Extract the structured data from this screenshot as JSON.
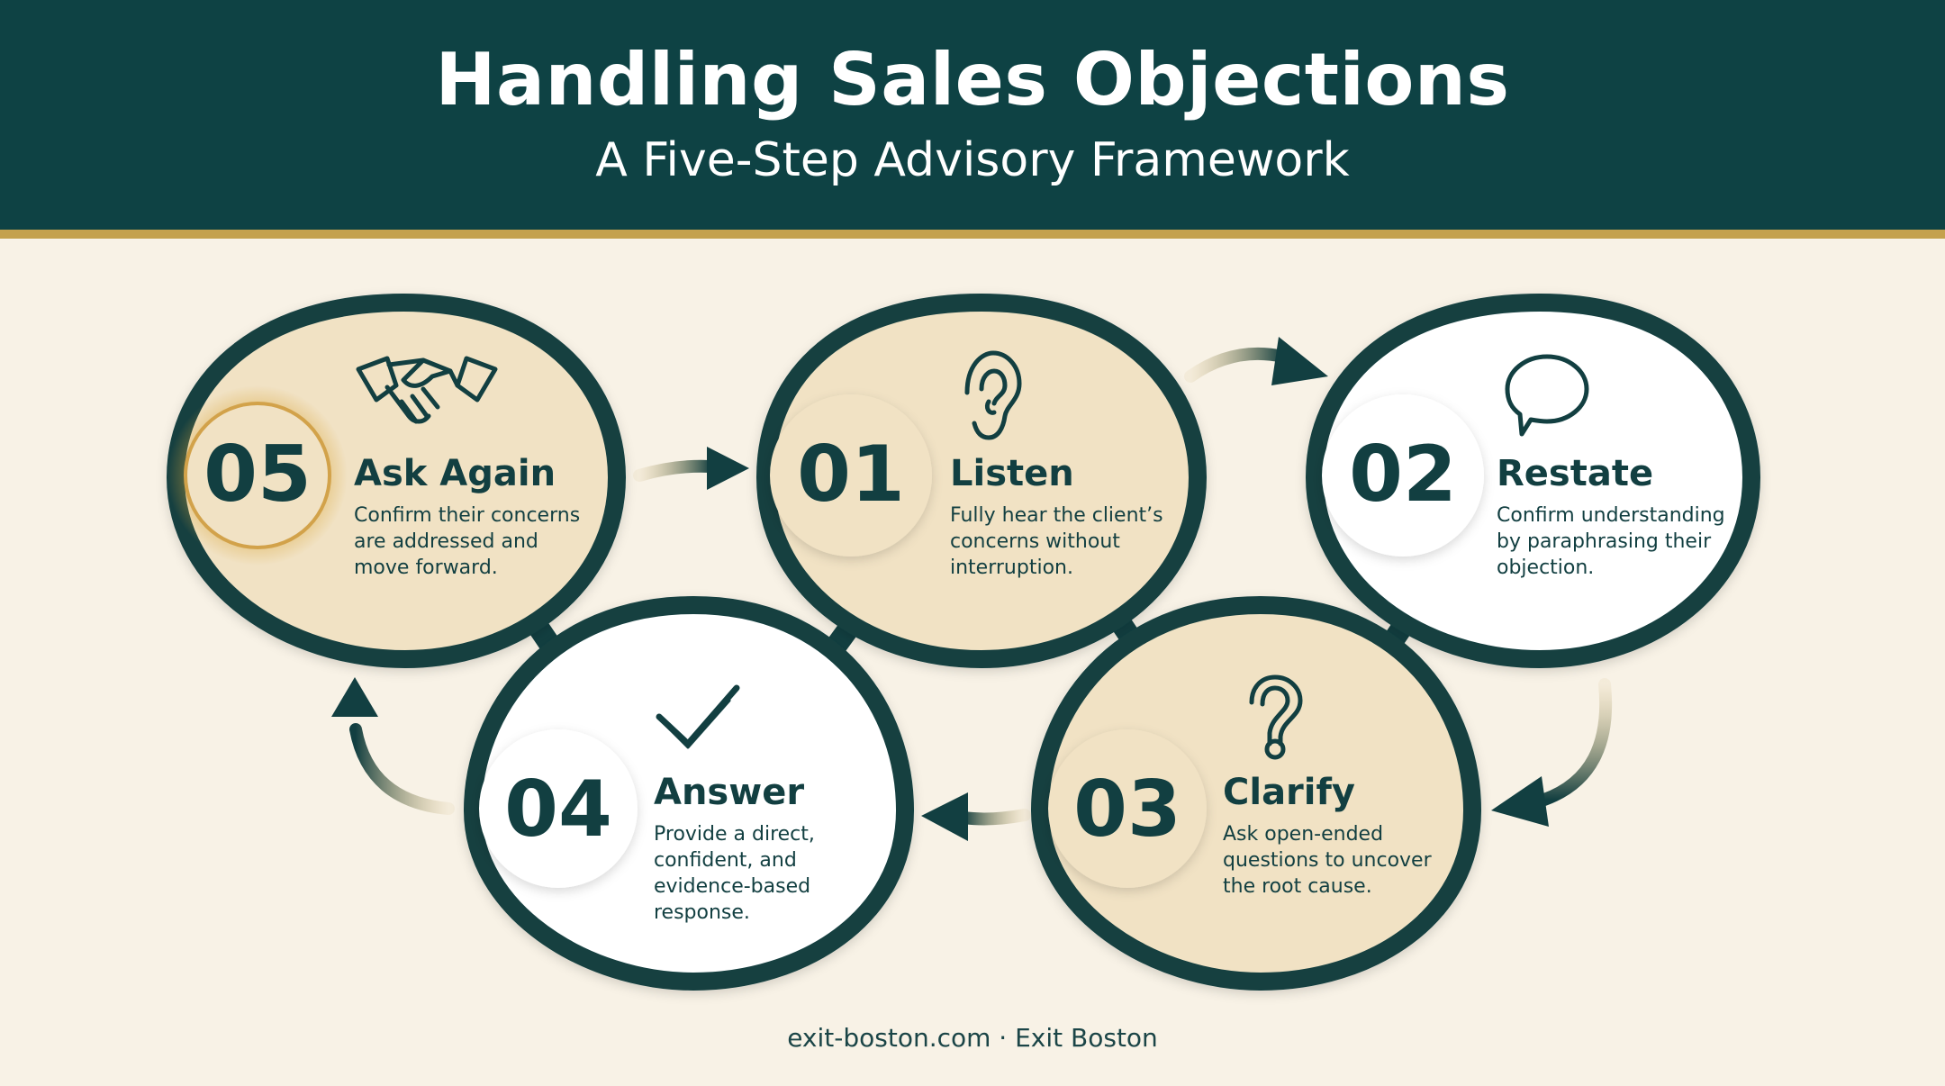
{
  "header": {
    "title": "Handling Sales Objections",
    "subtitle": "A Five-Step Advisory Framework"
  },
  "colors": {
    "header_bg": "#0e4244",
    "accent_gold": "#c4a14d",
    "background": "#f8f2e6",
    "outline_teal": "#123f41",
    "tan_fill": "#f1e2c4",
    "white_fill": "#ffffff"
  },
  "steps": [
    {
      "number": "05",
      "title": "Ask Again",
      "description": [
        "Confirm their concerns",
        "are addressed and",
        "move forward."
      ],
      "icon": "handshake-icon"
    },
    {
      "number": "01",
      "title": "Listen",
      "description": [
        "Fully hear the client’s",
        "concerns without",
        "interruption."
      ],
      "icon": "ear-icon"
    },
    {
      "number": "02",
      "title": "Restate",
      "description": [
        "Confirm understanding",
        "by paraphrasing their",
        "objection."
      ],
      "icon": "speech-bubble-icon"
    },
    {
      "number": "04",
      "title": "Answer",
      "description": [
        "Provide a direct,",
        "confident, and",
        "evidence-based",
        "response."
      ],
      "icon": "checkmark-icon"
    },
    {
      "number": "03",
      "title": "Clarify",
      "description": [
        "Ask open-ended",
        "questions to uncover",
        "the root cause."
      ],
      "icon": "question-mark-icon"
    }
  ],
  "footer": {
    "text": "exit-boston.com · Exit Boston"
  }
}
